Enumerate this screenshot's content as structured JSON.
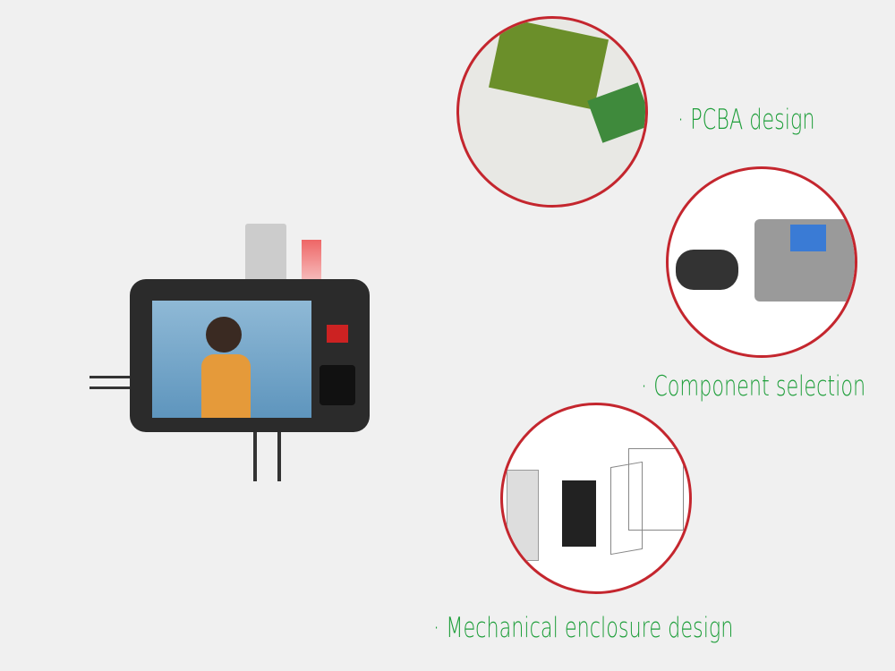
{
  "features": [
    {
      "label": "· PCBA design",
      "image": "pcba-board-photo"
    },
    {
      "label": "· Component selection",
      "image": "fingerprint-terminal-photo"
    },
    {
      "label": "· Mechanical enclosure design",
      "image": "enclosure-exploded-drawing"
    }
  ],
  "product": {
    "image": "rugged-tablet-photo"
  },
  "colors": {
    "accent": "#1e9e3a",
    "ring": "#c4262e",
    "background": "#f0f0f0"
  }
}
